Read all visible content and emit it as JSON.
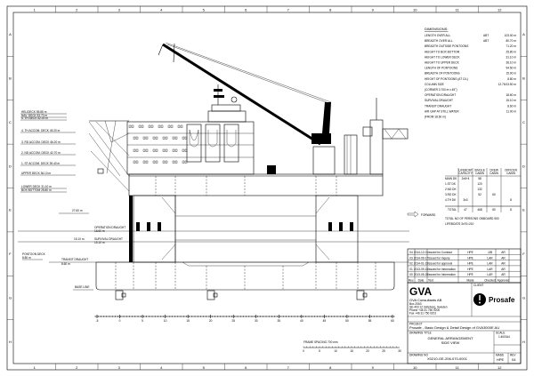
{
  "frame": {
    "columns": [
      "1",
      "2",
      "3",
      "4",
      "5",
      "6",
      "7",
      "8",
      "9",
      "10",
      "11",
      "12"
    ],
    "rows": [
      "A",
      "B",
      "C",
      "D",
      "E",
      "F",
      "G",
      "H"
    ]
  },
  "dimensions": {
    "title": "DIMENSIONS:",
    "items": [
      {
        "label": "LENGTH OVER ALL",
        "qual": "ABT",
        "value": "103.00 m"
      },
      {
        "label": "BREADTH OVER ALL",
        "qual": "ABT",
        "value": "80.70 m"
      },
      {
        "label": "BREADTH OUTSIDE PONTOONS",
        "qual": "",
        "value": "71.20 m"
      },
      {
        "label": "HEIGHT TO BOX BOTTOM",
        "qual": "",
        "value": "25.80 m"
      },
      {
        "label": "HEIGHT TO LOWER DECK",
        "qual": "",
        "value": "31.10 m"
      },
      {
        "label": "HEIGHT TO UPPER DECK",
        "qual": "",
        "value": "36.10 m"
      },
      {
        "label": "LENGTH OF PONTOONS",
        "qual": "",
        "value": "94.50 m"
      },
      {
        "label": "BREADTH OF PONTOONS",
        "qual": "",
        "value": "15.00 m"
      },
      {
        "label": "HEIGHT OF PONTOONS (AT C/L)",
        "qual": "",
        "value": "8.80 m"
      },
      {
        "label": "COLUMN SIZE",
        "qual": "",
        "value": "12.75/13.50 m"
      },
      {
        "label": "(CORNER 3.700 m x 45°)",
        "qual": "",
        "value": ""
      },
      {
        "label": "OPERATION DRAUGHT",
        "qual": "",
        "value": "18.60 m"
      },
      {
        "label": "SURVIVAL DRAUGHT",
        "qual": "",
        "value": "15.10 m"
      },
      {
        "label": "TRANSIT DRAUGHT",
        "qual": "",
        "value": "8.60 m"
      },
      {
        "label": "AIR GAP AT STILL WATER",
        "qual": "",
        "value": "11.00 m"
      },
      {
        "label": "(FROM 18.60 m)",
        "qual": "",
        "value": ""
      }
    ]
  },
  "deck_levels": [
    "HELIDECK 55.85 m",
    "NAV. DECK 53.70 m",
    "5. TH DECK 52.00 m",
    "4. TH ACCOM. DECK 49.20 m",
    "3. RD ACCOM. DECK 46.20 m",
    "2. ND ACCOM. DECK 42.70 m",
    "1. ST ACCOM. DECK 39.40 m",
    "UPPER DECK 36.10 m",
    "LOWER DECK 31.10 m",
    "BOX BOTTOM 25.80 m"
  ],
  "draught_labels": {
    "level_27": "27.60 m",
    "operation": "OPERATION DRAUGHT",
    "operation_value": "18.60 m",
    "survival_level": "15.10 m",
    "survival": "SURVIVAL DRAUGHT",
    "survival_value": "15.10 m",
    "pontoon_deck": "PONTOON DECK",
    "pontoon_deck_value": "8.80 m",
    "transit": "TRANSIT DRAUGHT",
    "transit_value": "8.60 m",
    "base_line": "BASE LINE"
  },
  "forward_label": "FORWARD",
  "pob_table": {
    "headers": [
      "",
      "LIFEBOAT CAPACITY",
      "SINGLE CABIN",
      "CREW CABIN",
      "OFFICER CABIN"
    ],
    "rows": [
      [
        "MAIN DK",
        "2x6+4",
        "58",
        "",
        ""
      ],
      [
        "1.ST DK",
        "",
        "120",
        "",
        ""
      ],
      [
        "2.ND DK",
        "",
        "132",
        "",
        ""
      ],
      [
        "3.RD DK",
        "",
        "52",
        "60",
        ""
      ],
      [
        "4.TH DK",
        "3x3",
        "",
        "",
        "8"
      ]
    ],
    "total": [
      "TOTAL",
      "47",
      "468",
      "60",
      "8"
    ],
    "note1": "TOTAL NO OF PERSONS ONBOARD 500",
    "note2": "LIFEBOATS 3x70=210"
  },
  "scale_bar": {
    "ticks": [
      "-5",
      "0",
      "5",
      "10",
      "15",
      "20",
      "25",
      "30",
      "35",
      "40",
      "45",
      "50",
      "55",
      "60"
    ],
    "frame_spacing": "FRAME SPACING 700 mm",
    "small_ticks": [
      "0",
      "5",
      "10",
      "15",
      "20",
      "25",
      "30"
    ]
  },
  "revisions": {
    "headers": [
      "Rev.",
      "Date",
      "Text",
      "Made",
      "Checked",
      "Approved"
    ],
    "rows": [
      [
        "04",
        "2014-12-01",
        "Issued for Contract",
        "HPE",
        "JJB",
        "AR"
      ],
      [
        "03",
        "2014-09-17",
        "Issued for Inquiry",
        "HPE",
        "LAR",
        "AR"
      ],
      [
        "02",
        "2014-01-15",
        "Issued for approval",
        "HPE",
        "LAR",
        "AR"
      ],
      [
        "01",
        "2013-09-15",
        "Issued for Information",
        "HPE",
        "LAR",
        "AR"
      ],
      [
        "00",
        "2013-05-28",
        "Issued for Information",
        "HPE",
        "LAR",
        "AR"
      ]
    ]
  },
  "title_block": {
    "company_logo": "GVA",
    "company": "GVA Consultants AB",
    "address": [
      "Box 2063",
      "SE-403 12 Göteborg, Sweden",
      "Phone +46 31 750 0200",
      "Fax +46 31 750 0201"
    ],
    "client_label": "CLIENT",
    "client": "Prosafe",
    "project_label": "PROJECT",
    "project": "Prosafe - Basic Design & Detail Design of GVA3000E AU",
    "title_label": "DRAWING TITLE",
    "title_line1": "GENERAL ARRANGEMENT",
    "title_line2": "SIDE VIEW",
    "scale_label": "SCALE",
    "scale": "1:400/A4",
    "drawing_no_label": "DRAWING NO",
    "drawing_no": "X0210-GE-206-070-0001",
    "made_label": "MADE",
    "made": "HPE",
    "rev_label": "REV",
    "rev": "04"
  },
  "colors": {
    "line": "#000000",
    "background": "#ffffff"
  }
}
